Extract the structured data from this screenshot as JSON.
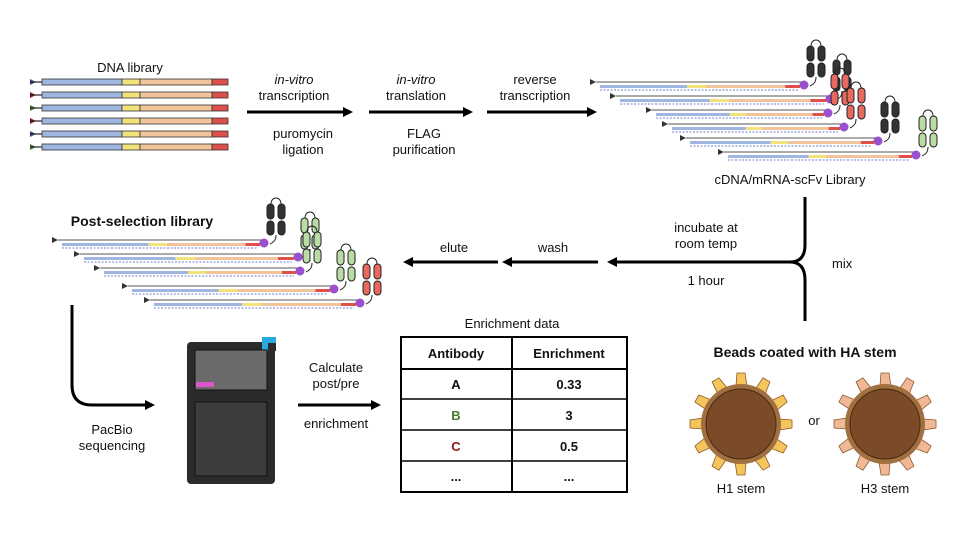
{
  "labels": {
    "dna_library": "DNA library",
    "ivt_italic": "in-vitro",
    "ivt_rest": "transcription",
    "ivtl_italic": "in-vitro",
    "ivtl_rest": "translation",
    "rt_line1": "reverse",
    "rt_line2": "transcription",
    "puromycin_line1": "puromycin",
    "puromycin_line2": "ligation",
    "flag_line1": "FLAG",
    "flag_line2": "purification",
    "cdna_library": "cDNA/mRNA-scFv Library",
    "post_selection": "Post-selection library",
    "incubate_line1": "incubate at",
    "incubate_line2": "room temp",
    "one_hour": "1 hour",
    "mix": "mix",
    "wash": "wash",
    "elute": "elute",
    "pacbio_line1": "PacBio",
    "pacbio_line2": "sequencing",
    "calc_line1": "Calculate",
    "calc_line2": "post/pre",
    "calc_line3": "enrichment",
    "enrichment_title": "Enrichment data",
    "beads_title": "Beads coated with HA stem",
    "or": "or",
    "h1_stem": "H1 stem",
    "h3_stem": "H3 stem"
  },
  "table": {
    "headers": [
      "Antibody",
      "Enrichment"
    ],
    "rows": [
      {
        "antibody": "A",
        "enrichment": "0.33",
        "color": "#333333"
      },
      {
        "antibody": "B",
        "enrichment": "3",
        "color": "#4a7a2e"
      },
      {
        "antibody": "C",
        "enrichment": "0.5",
        "color": "#8b1a1a"
      },
      {
        "antibody": "...",
        "enrichment": "...",
        "color": "#333333"
      }
    ]
  },
  "colors": {
    "dna_blue": "#9fb6e0",
    "dna_yellow": "#f2e27a",
    "dna_orange": "#f2c49b",
    "dna_red": "#e0504a",
    "antibody_black": "#333333",
    "antibody_red": "#e86a5e",
    "antibody_green": "#b9dca4",
    "puromycin_purple": "#9a4fcf",
    "bead_core": "#7b4a26",
    "bead_ring_h1": "#a07040",
    "h1_spike": "#f5c45a",
    "h3_spike": "#f0b896",
    "sequencer_body": "#2b2b2b",
    "sequencer_accent": "#29a8e0",
    "sequencer_marker": "#e055c8"
  },
  "icons": [
    "dna-strand-icon",
    "antibody-icon",
    "bead-icon",
    "sequencer-icon",
    "arrow-icon"
  ]
}
